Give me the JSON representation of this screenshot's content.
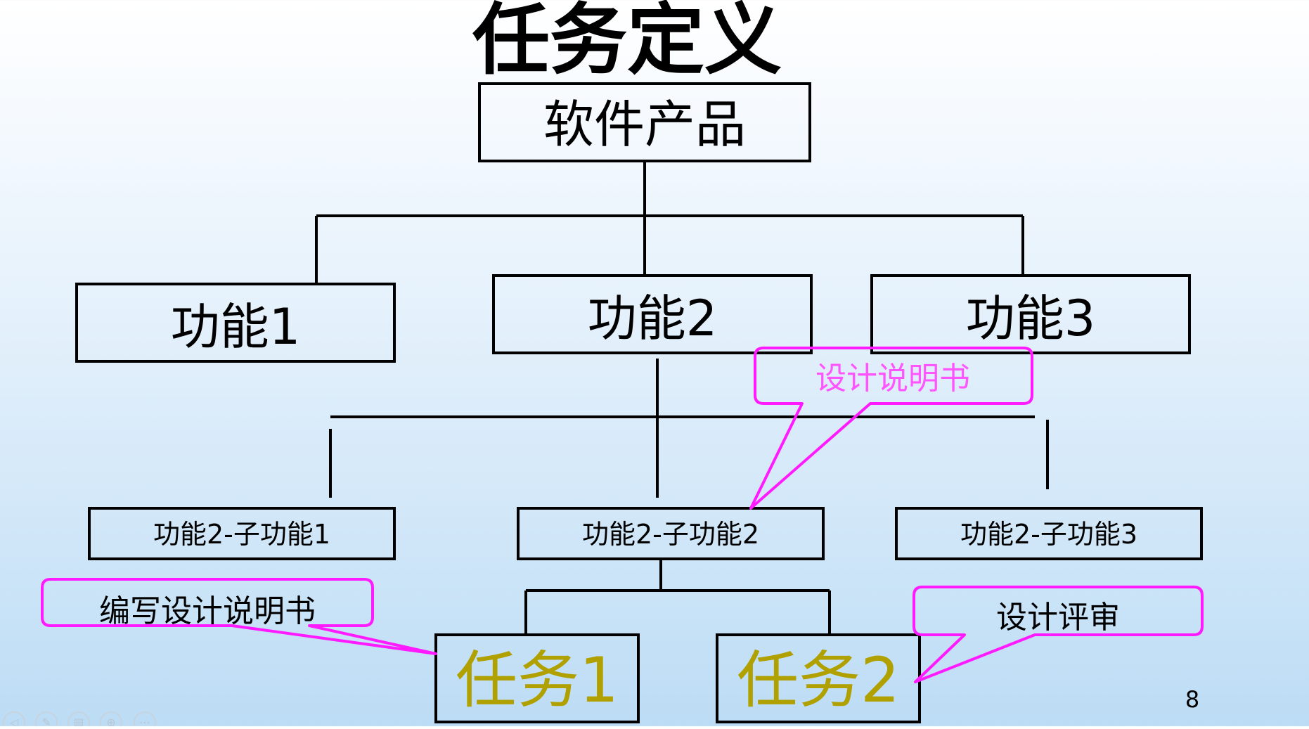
{
  "slide": {
    "title": "任务定义",
    "page_number": "8"
  },
  "diagram": {
    "root": "软件产品",
    "functions": [
      "功能1",
      "功能2",
      "功能3"
    ],
    "subfunctions": [
      "功能2-子功能1",
      "功能2-子功能2",
      "功能2-子功能3"
    ],
    "tasks": [
      "任务1",
      "任务2"
    ],
    "callouts": {
      "design_spec": "设计说明书",
      "write_design_spec": "编写设计说明书",
      "design_review": "设计评审"
    }
  },
  "colors": {
    "callout_border": "#ff1aff",
    "callout_text_pink": "#ff55ff",
    "task_text": "#b0a000"
  },
  "nav_icons": [
    "arrow-left-icon",
    "pen-icon",
    "slides-icon",
    "zoom-icon",
    "more-icon"
  ]
}
